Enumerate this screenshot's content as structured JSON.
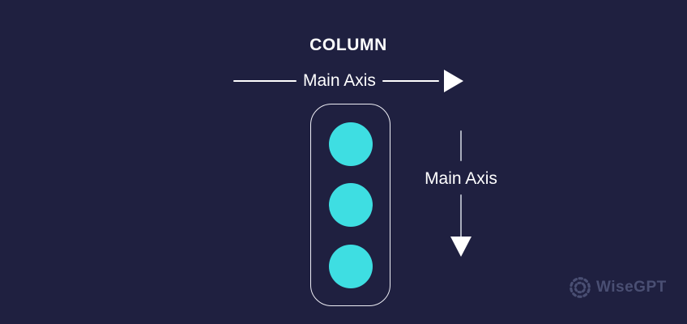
{
  "diagram": {
    "title": "COLUMN",
    "top_axis": {
      "label": "Main Axis",
      "direction": "right"
    },
    "side_axis": {
      "label": "Main Axis",
      "direction": "down"
    },
    "items": [
      "circle",
      "circle",
      "circle"
    ]
  },
  "watermark": {
    "brand": "WiseGPT"
  },
  "colors": {
    "background": "#1F2040",
    "circle": "#3EDEE2",
    "arrow": "#FFFFFF",
    "line-muted": "#A9AEBD",
    "container-border": "#EDEDF4",
    "watermark": "#4A4F73"
  }
}
